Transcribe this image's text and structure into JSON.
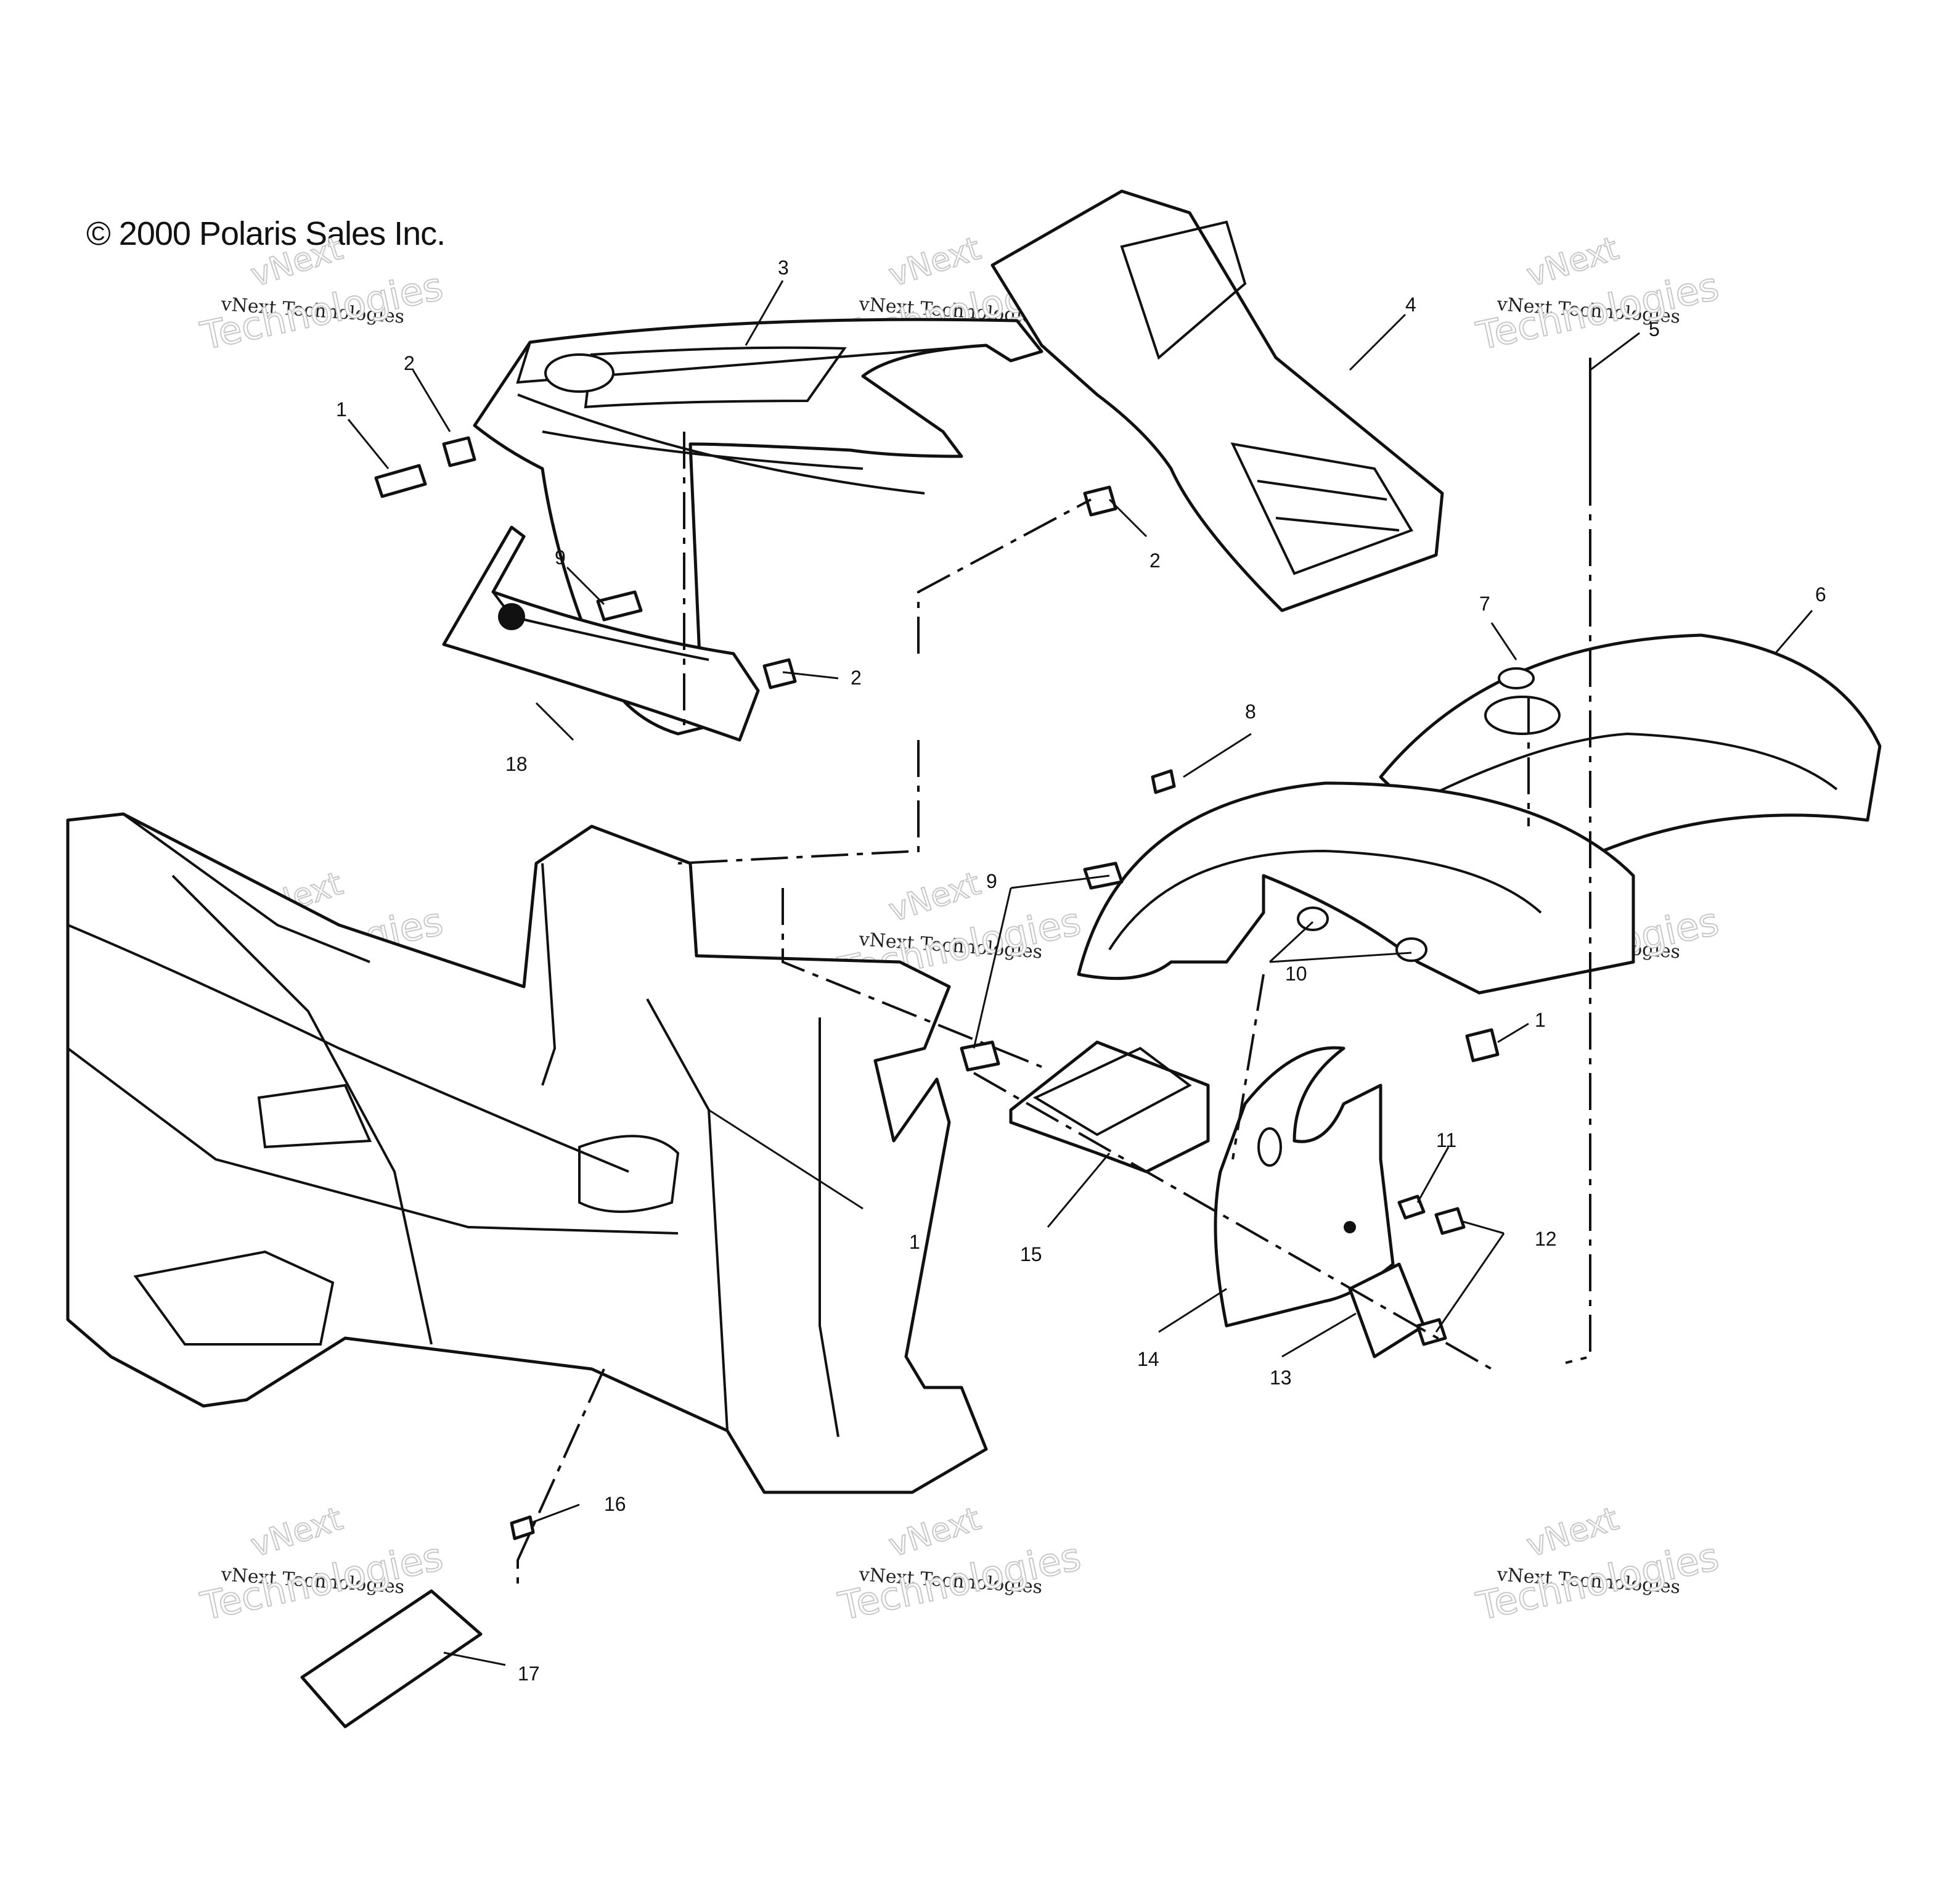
{
  "copyright": "© 2000 Polaris Sales Inc.",
  "watermark": {
    "brand": "vNext",
    "subtitle": "vNext Technologies",
    "big": "Technologies"
  },
  "callouts": {
    "c1a": "1",
    "c2a": "2",
    "c3": "3",
    "c4": "4",
    "c2b": "2",
    "c5": "5",
    "c9a": "9",
    "c2c": "2",
    "c18": "18",
    "c7": "7",
    "c6": "6",
    "c8": "8",
    "c9b": "9",
    "c10": "10",
    "c1b": "1",
    "c1c": "1",
    "c11": "11",
    "c12": "12",
    "c15": "15",
    "c14": "14",
    "c13": "13",
    "c16": "16",
    "c17": "17"
  }
}
